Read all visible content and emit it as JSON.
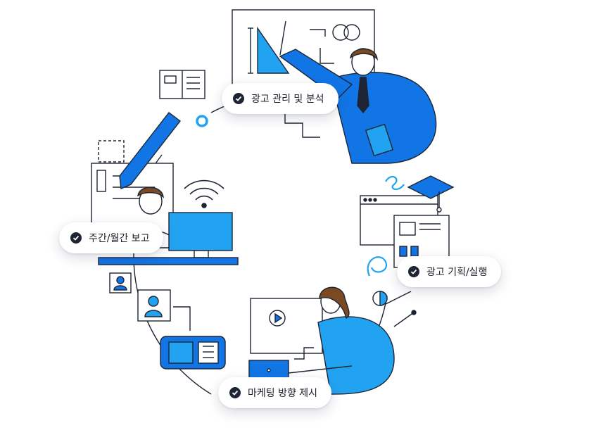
{
  "labels": {
    "ad_management": "광고 관리 및 분석",
    "weekly_report": "주간/월간 보고",
    "ad_planning": "광고 기획/실행",
    "marketing_direction": "마케팅 방향 제시"
  },
  "colors": {
    "primary_blue": "#1275e6",
    "light_blue": "#22a3f2",
    "outline": "#1d2433",
    "skin": "#ffffff",
    "hair": "#7a4a22"
  },
  "icons": [
    "check-icon",
    "wifi-icon",
    "play-icon",
    "graduation-cap-icon",
    "pen-icon",
    "person-icon"
  ]
}
